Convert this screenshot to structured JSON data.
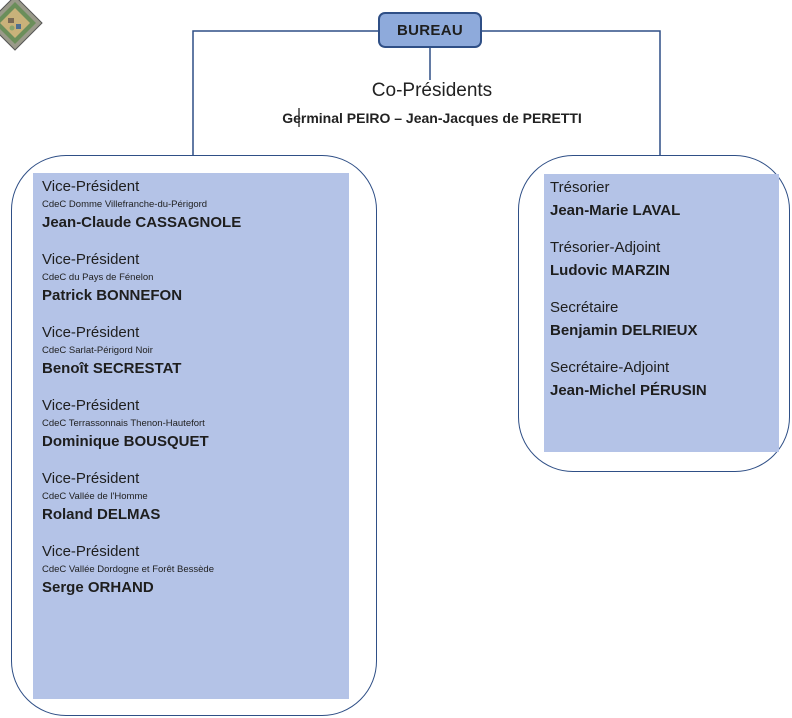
{
  "bureau": {
    "label": "BUREAU"
  },
  "co_presidents": {
    "title": "Co-Présidents",
    "names": "Germinal PEIRO – Jean-Jacques de PERETTI"
  },
  "vice_presidents": [
    {
      "role": "Vice-Président",
      "community": "CdeC Domme Villefranche-du-Périgord",
      "name": "Jean-Claude CASSAGNOLE"
    },
    {
      "role": "Vice-Président",
      "community": "CdeC du Pays de Fénelon",
      "name": "Patrick BONNEFON"
    },
    {
      "role": "Vice-Président",
      "community": "CdeC Sarlat-Périgord Noir",
      "name": "Benoît SECRESTAT"
    },
    {
      "role": "Vice-Président",
      "community": "CdeC Terrassonnais Thenon-Hautefort",
      "name": "Dominique BOUSQUET"
    },
    {
      "role": "Vice-Président",
      "community": "CdeC Vallée de l'Homme",
      "name": "Roland DELMAS"
    },
    {
      "role": "Vice-Président",
      "community": "CdeC Vallée Dordogne et Forêt Bessède",
      "name": "Serge ORHAND"
    }
  ],
  "officers": [
    {
      "role": "Trésorier",
      "name": "Jean-Marie LAVAL"
    },
    {
      "role": "Trésorier-Adjoint",
      "name": "Ludovic MARZIN"
    },
    {
      "role": "Secrétaire",
      "name": "Benjamin DELRIEUX"
    },
    {
      "role": "Secrétaire-Adjoint",
      "name": "Jean-Michel PÉRUSIN"
    }
  ],
  "colors": {
    "bureau_fill": "#8eaadb",
    "panel_fill": "#b4c3e7",
    "outline": "#2f4f86"
  },
  "icons": {
    "logo": "organization-logo-icon"
  }
}
